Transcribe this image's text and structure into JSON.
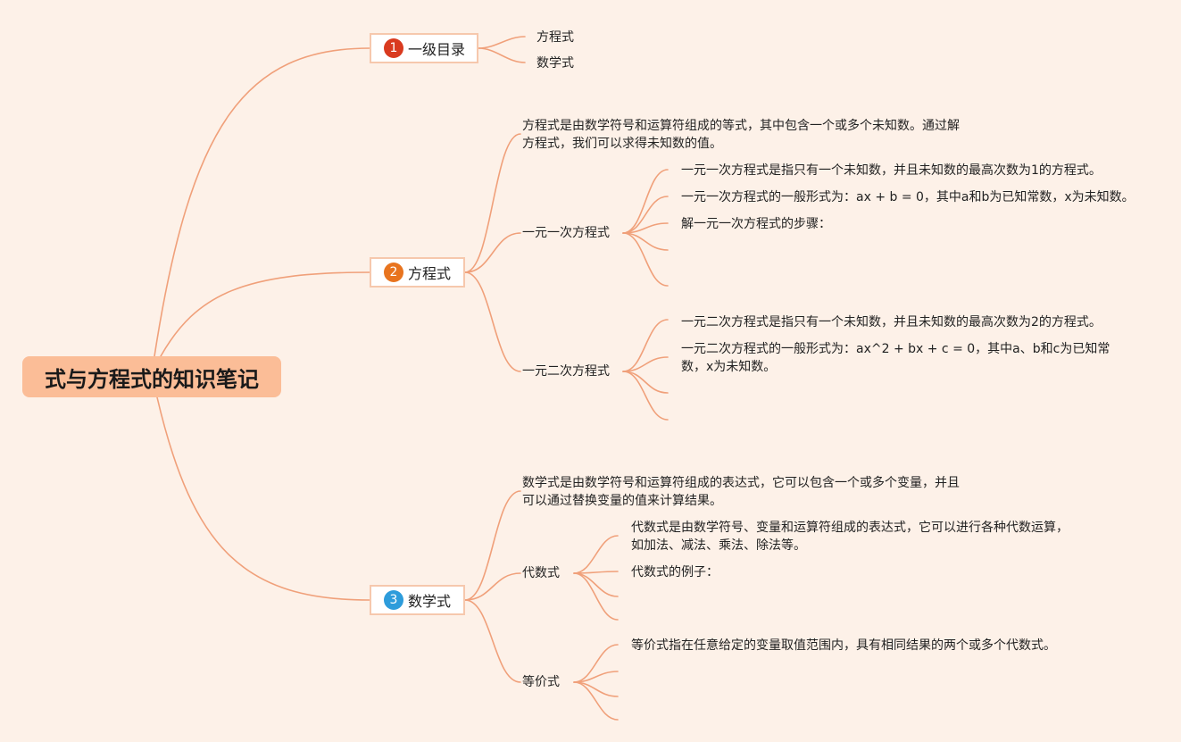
{
  "root": {
    "title": "式与方程式的知识笔记"
  },
  "colors": {
    "line": "#f0a07a",
    "root_bg": "#fbbd97",
    "badge1": "#d93a1f",
    "badge2": "#e8741f",
    "badge3": "#2d9cdb"
  },
  "branches": [
    {
      "badge": "1",
      "label": "一级目录",
      "children": [
        "方程式",
        "数学式"
      ]
    },
    {
      "badge": "2",
      "label": "方程式",
      "definition": "方程式是由数学符号和运算符组成的等式，其中包含一个或多个未知数。通过解方程式，我们可以求得未知数的值。",
      "subtopics": [
        {
          "label": "一元一次方程式",
          "notes": [
            "一元一次方程式是指只有一个未知数，并且未知数的最高次数为1的方程式。",
            "一元一次方程式的一般形式为：ax + b = 0，其中a和b为已知常数，x为未知数。",
            "解一元一次方程式的步骤："
          ]
        },
        {
          "label": "一元二次方程式",
          "notes": [
            "一元二次方程式是指只有一个未知数，并且未知数的最高次数为2的方程式。",
            "一元二次方程式的一般形式为：ax^2 + bx + c = 0，其中a、b和c为已知常数，x为未知数。"
          ]
        }
      ]
    },
    {
      "badge": "3",
      "label": "数学式",
      "definition": "数学式是由数学符号和运算符组成的表达式，它可以包含一个或多个变量，并且可以通过替换变量的值来计算结果。",
      "subtopics": [
        {
          "label": "代数式",
          "notes": [
            "代数式是由数学符号、变量和运算符组成的表达式，它可以进行各种代数运算，如加法、减法、乘法、除法等。",
            "代数式的例子："
          ]
        },
        {
          "label": "等价式",
          "notes": [
            "等价式指在任意给定的变量取值范围内，具有相同结果的两个或多个代数式。"
          ]
        }
      ]
    }
  ]
}
